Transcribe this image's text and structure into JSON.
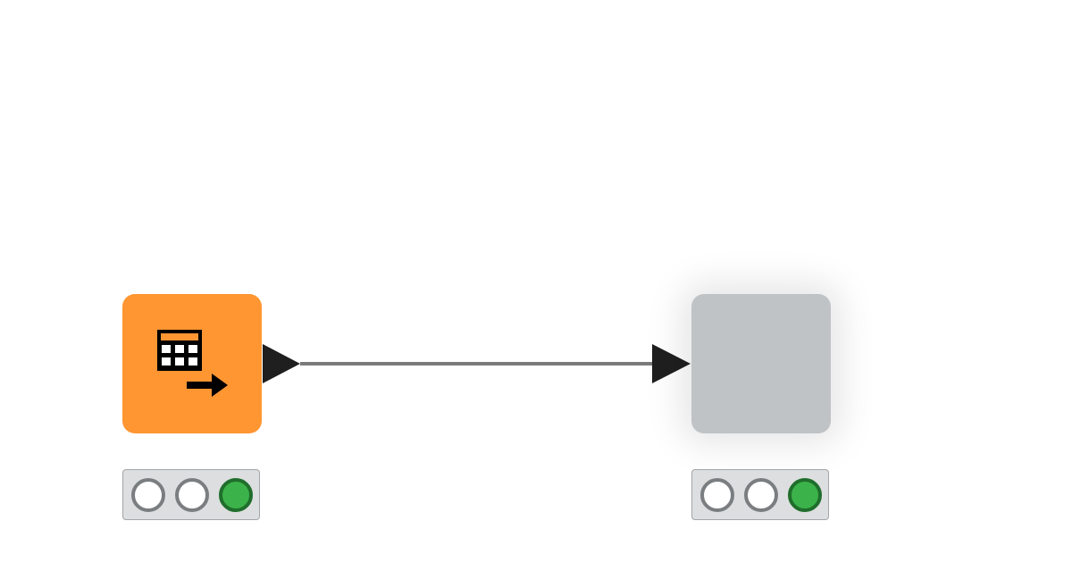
{
  "workflow": {
    "nodes": [
      {
        "id": "source",
        "kind": "data-source",
        "color": "#ff9632",
        "icon": "table-export-icon",
        "status": {
          "traffic_light": [
            "off",
            "off",
            "green"
          ]
        }
      },
      {
        "id": "target",
        "kind": "unconfigured",
        "color": "#c0c3c6",
        "icon": "",
        "status": {
          "traffic_light": [
            "off",
            "off",
            "green"
          ]
        }
      }
    ],
    "connections": [
      {
        "from": "source",
        "to": "target"
      }
    ],
    "colors": {
      "edge": "#7a7a7a",
      "port": "#1f1f1f",
      "light_green": "#3bb34a",
      "light_off": "#ffffff"
    }
  }
}
